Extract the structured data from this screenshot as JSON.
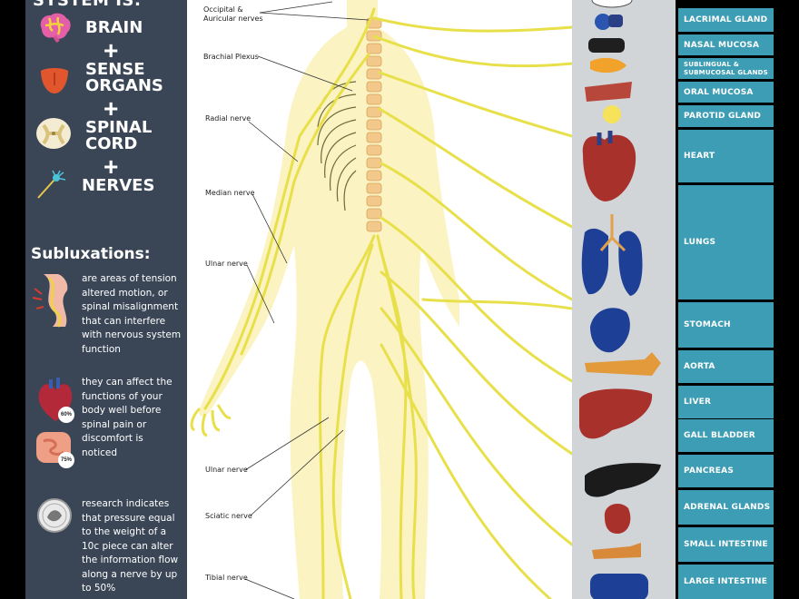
{
  "left_panel": {
    "heading": "SYSTEM IS:",
    "components": [
      "BRAIN",
      "SENSE ORGANS",
      "SPINAL CORD",
      "NERVES"
    ],
    "plus": "+",
    "subluxations_title": "Subluxations:",
    "notes": [
      "are areas of tension altered motion, or spinal misalignment that can interfere with nervous system function",
      "they can affect the functions of your body well before spinal pain or discomfort is noticed",
      "research indicates that pressure equal to the weight of a 10c piece can alter the information flow along a nerve by up to 50%"
    ],
    "badge_heart": "60%",
    "badge_gut": "75%"
  },
  "nerve_labels": [
    "Occipital & Auricular nerves",
    "Brachial Plexus",
    "Radial nerve",
    "Median nerve",
    "Ulnar nerve",
    "Ulnar nerve",
    "Sciatic nerve",
    "Tibial nerve"
  ],
  "organ_labels": [
    "LACRIMAL GLAND",
    "NASAL MUCOSA",
    "SUBLINGUAL & SUBMUCOSAL GLANDS",
    "ORAL MUCOSA",
    "PAROTID GLAND",
    "HEART",
    "LUNGS",
    "STOMACH",
    "AORTA",
    "LIVER",
    "GALL BLADDER",
    "PANCREAS",
    "ADRENAL GLANDS",
    "SMALL INTESTINE",
    "LARGE INTESTINE"
  ],
  "colors": {
    "panel": "#3a4656",
    "nerve": "#e8e04a",
    "label_bg": "#3d9db4",
    "organ_red": "#a8312b",
    "organ_blue": "#1d3f95"
  }
}
